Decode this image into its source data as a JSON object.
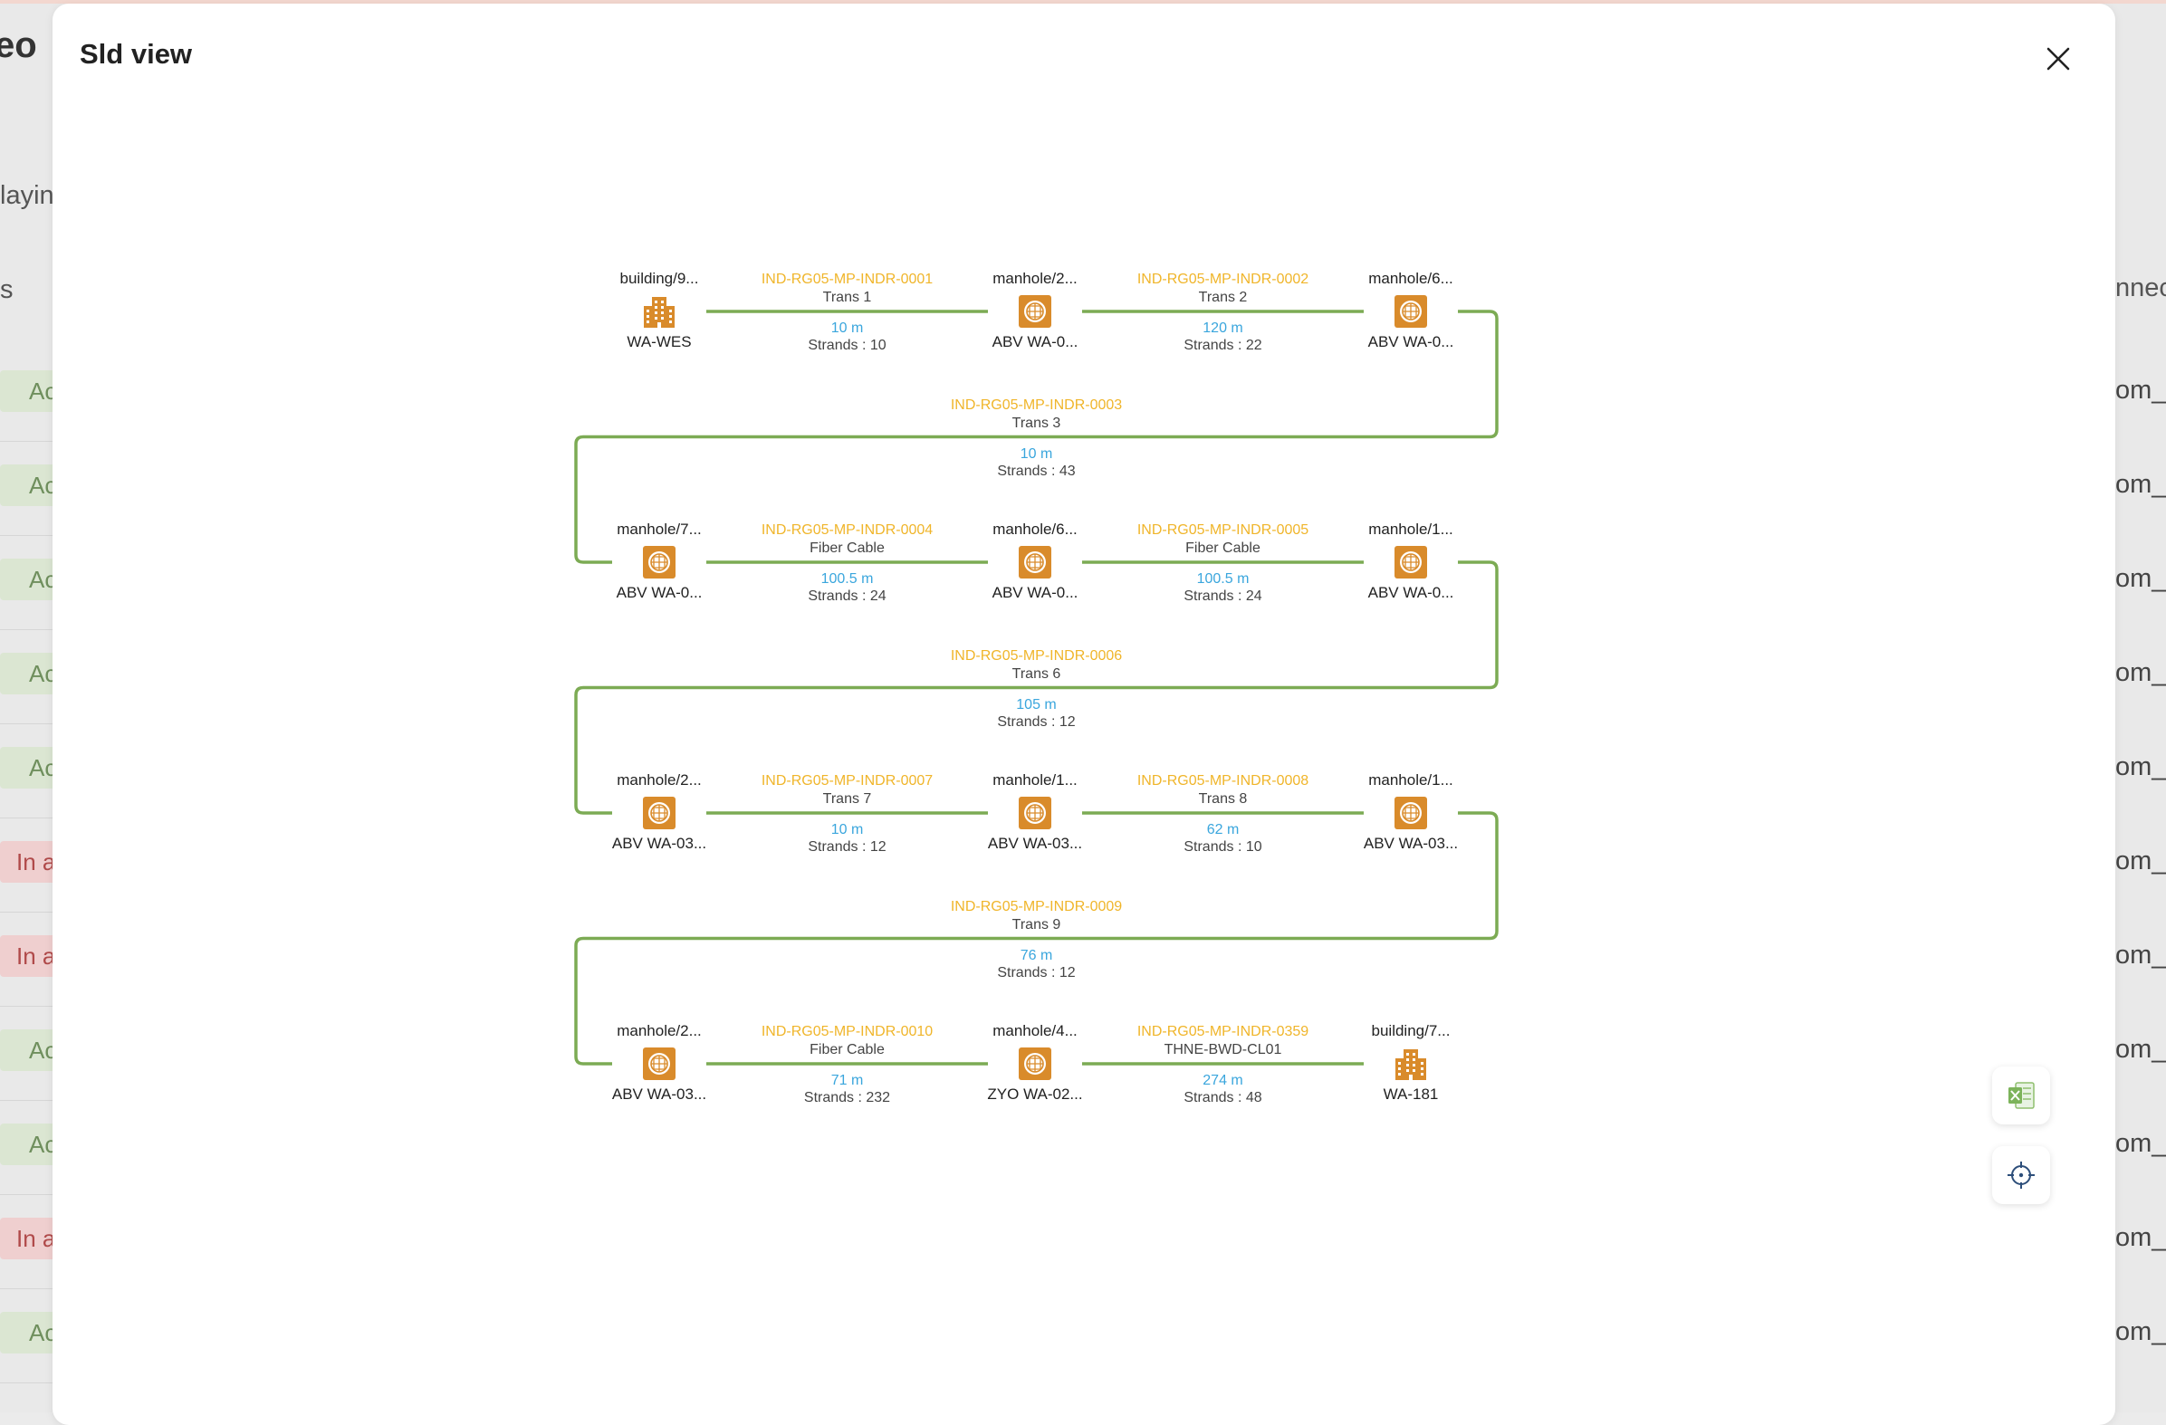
{
  "background": {
    "app_title_fragment": "eo",
    "sub_fragment_1": "layin",
    "sub_fragment_2": "s",
    "right_header_fragment": "nnec",
    "rows": [
      {
        "status": "Ac",
        "kind": "ok",
        "right": "om_"
      },
      {
        "status": "Ac",
        "kind": "ok",
        "right": "om_"
      },
      {
        "status": "Ac",
        "kind": "ok",
        "right": "om_"
      },
      {
        "status": "Ac",
        "kind": "ok",
        "right": "om_"
      },
      {
        "status": "Ac",
        "kind": "ok",
        "right": "om_"
      },
      {
        "status": "In a",
        "kind": "bad",
        "right": "om_"
      },
      {
        "status": "In a",
        "kind": "bad",
        "right": "om_"
      },
      {
        "status": "Ac",
        "kind": "ok",
        "right": "om_"
      },
      {
        "status": "Ac",
        "kind": "ok",
        "right": "om_"
      },
      {
        "status": "In a",
        "kind": "bad",
        "right": "om_"
      },
      {
        "status": "Ac",
        "kind": "ok",
        "right": "om_"
      }
    ]
  },
  "modal": {
    "title": "Sld view",
    "close_icon": "close-icon"
  },
  "colors": {
    "line": "#7cab54",
    "cable_id": "#f0b52a",
    "length": "#3aa6dd",
    "icon": "#d98b2b"
  },
  "nodes": [
    {
      "label": "building/9...",
      "name": "WA-WES",
      "type": "building"
    },
    {
      "label": "manhole/2...",
      "name": "ABV WA-0...",
      "type": "manhole"
    },
    {
      "label": "manhole/6...",
      "name": "ABV WA-0...",
      "type": "manhole"
    },
    {
      "label": "manhole/7...",
      "name": "ABV WA-0...",
      "type": "manhole"
    },
    {
      "label": "manhole/6...",
      "name": "ABV WA-0...",
      "type": "manhole"
    },
    {
      "label": "manhole/1...",
      "name": "ABV WA-0...",
      "type": "manhole"
    },
    {
      "label": "manhole/2...",
      "name": "ABV WA-03...",
      "type": "manhole"
    },
    {
      "label": "manhole/1...",
      "name": "ABV WA-03...",
      "type": "manhole"
    },
    {
      "label": "manhole/1...",
      "name": "ABV WA-03...",
      "type": "manhole"
    },
    {
      "label": "manhole/2...",
      "name": "ABV WA-03...",
      "type": "manhole"
    },
    {
      "label": "manhole/4...",
      "name": "ZYO WA-02...",
      "type": "manhole"
    },
    {
      "label": "building/7...",
      "name": "WA-181",
      "type": "building"
    }
  ],
  "cables": [
    {
      "id": "IND-RG05-MP-INDR-0001",
      "name": "Trans 1",
      "length": "10 m",
      "strands": "Strands : 10"
    },
    {
      "id": "IND-RG05-MP-INDR-0002",
      "name": "Trans 2",
      "length": "120 m",
      "strands": "Strands : 22"
    },
    {
      "id": "IND-RG05-MP-INDR-0003",
      "name": "Trans 3",
      "length": "10 m",
      "strands": "Strands : 43"
    },
    {
      "id": "IND-RG05-MP-INDR-0004",
      "name": "Fiber Cable",
      "length": "100.5 m",
      "strands": "Strands : 24"
    },
    {
      "id": "IND-RG05-MP-INDR-0005",
      "name": "Fiber Cable",
      "length": "100.5 m",
      "strands": "Strands : 24"
    },
    {
      "id": "IND-RG05-MP-INDR-0006",
      "name": "Trans 6",
      "length": "105 m",
      "strands": "Strands : 12"
    },
    {
      "id": "IND-RG05-MP-INDR-0007",
      "name": "Trans 7",
      "length": "10 m",
      "strands": "Strands : 12"
    },
    {
      "id": "IND-RG05-MP-INDR-0008",
      "name": "Trans 8",
      "length": "62 m",
      "strands": "Strands : 10"
    },
    {
      "id": "IND-RG05-MP-INDR-0009",
      "name": "Trans 9",
      "length": "76 m",
      "strands": "Strands : 12"
    },
    {
      "id": "IND-RG05-MP-INDR-0010",
      "name": "Fiber Cable",
      "length": "71 m",
      "strands": "Strands : 232"
    },
    {
      "id": "IND-RG05-MP-INDR-0359",
      "name": "THNE-BWD-CL01",
      "length": "274 m",
      "strands": "Strands : 48"
    }
  ],
  "tools": [
    {
      "name": "export-excel-button",
      "icon": "excel-icon"
    },
    {
      "name": "locate-button",
      "icon": "crosshair-icon"
    }
  ]
}
